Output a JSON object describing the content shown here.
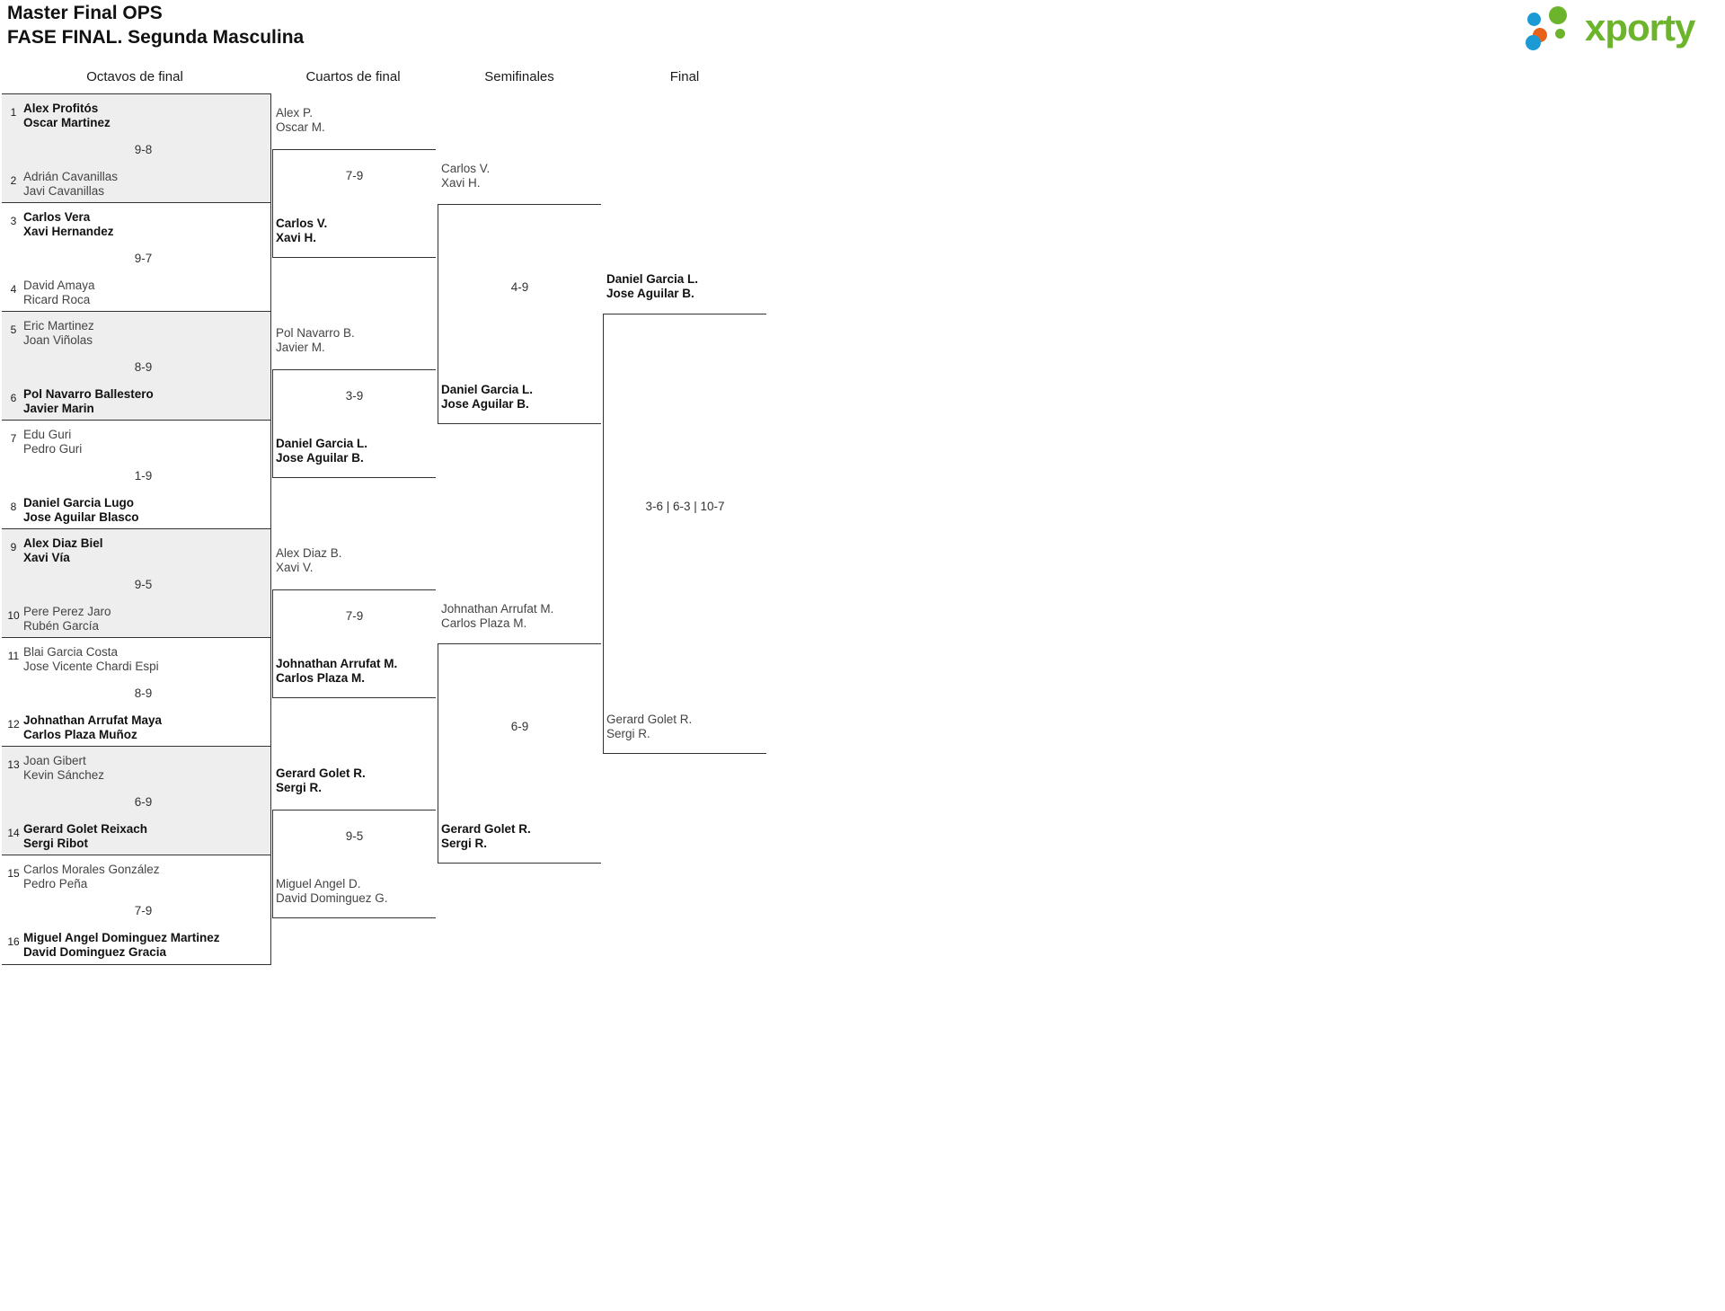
{
  "header": {
    "title_line1": "Master Final OPS",
    "title_line2": "FASE FINAL. Segunda Masculina",
    "logo_text": "xporty",
    "logo_colors": {
      "blue": "#1b9ad6",
      "orange": "#e8621a",
      "green": "#6cb42c"
    }
  },
  "rounds": [
    {
      "id": "r16",
      "label": "Octavos de final"
    },
    {
      "id": "qf",
      "label": "Cuartos de final"
    },
    {
      "id": "sf",
      "label": "Semifinales"
    },
    {
      "id": "f",
      "label": "Final"
    }
  ],
  "round1": [
    {
      "seed_top": "1",
      "seed_bot": "2",
      "top": {
        "p1": "Alex Profitós",
        "p2": "Oscar Martinez",
        "winner": true
      },
      "bot": {
        "p1": "Adrián Cavanillas",
        "p2": "Javi Cavanillas",
        "winner": false
      },
      "score": "9-8",
      "shaded": true
    },
    {
      "seed_top": "3",
      "seed_bot": "4",
      "top": {
        "p1": "Carlos Vera",
        "p2": "Xavi Hernandez",
        "winner": true
      },
      "bot": {
        "p1": "David Amaya",
        "p2": "Ricard Roca",
        "winner": false
      },
      "score": "9-7",
      "shaded": false
    },
    {
      "seed_top": "5",
      "seed_bot": "6",
      "top": {
        "p1": "Eric Martinez",
        "p2": "Joan Viñolas",
        "winner": false
      },
      "bot": {
        "p1": "Pol Navarro Ballestero",
        "p2": "Javier Marin",
        "winner": true
      },
      "score": "8-9",
      "shaded": true
    },
    {
      "seed_top": "7",
      "seed_bot": "8",
      "top": {
        "p1": "Edu Guri",
        "p2": "Pedro Guri",
        "winner": false
      },
      "bot": {
        "p1": "Daniel Garcia Lugo",
        "p2": "Jose Aguilar Blasco",
        "winner": true
      },
      "score": "1-9",
      "shaded": false
    },
    {
      "seed_top": "9",
      "seed_bot": "10",
      "top": {
        "p1": "Alex Diaz Biel",
        "p2": "Xavi Vía",
        "winner": true
      },
      "bot": {
        "p1": "Pere Perez Jaro",
        "p2": "Rubén García",
        "winner": false
      },
      "score": "9-5",
      "shaded": true
    },
    {
      "seed_top": "11",
      "seed_bot": "12",
      "top": {
        "p1": "Blai Garcia Costa",
        "p2": "Jose Vicente Chardi Espi",
        "winner": false
      },
      "bot": {
        "p1": "Johnathan Arrufat Maya",
        "p2": "Carlos Plaza Muñoz",
        "winner": true
      },
      "score": "8-9",
      "shaded": false
    },
    {
      "seed_top": "13",
      "seed_bot": "14",
      "top": {
        "p1": "Joan Gibert",
        "p2": "Kevin Sánchez",
        "winner": false
      },
      "bot": {
        "p1": "Gerard Golet Reixach",
        "p2": "Sergi Ribot",
        "winner": true
      },
      "score": "6-9",
      "shaded": true
    },
    {
      "seed_top": "15",
      "seed_bot": "16",
      "top": {
        "p1": "Carlos Morales González",
        "p2": "Pedro Peña",
        "winner": false
      },
      "bot": {
        "p1": "Miguel Angel Dominguez Martinez",
        "p2": "David Dominguez Gracia",
        "winner": true
      },
      "score": "7-9",
      "shaded": false
    }
  ],
  "round2": [
    {
      "top": {
        "p1": "Alex P.",
        "p2": "Oscar M.",
        "winner": false
      },
      "bot": {
        "p1": "Carlos V.",
        "p2": "Xavi H.",
        "winner": true
      },
      "score": "7-9"
    },
    {
      "top": {
        "p1": "Pol Navarro B.",
        "p2": "Javier M.",
        "winner": false
      },
      "bot": {
        "p1": "Daniel Garcia L.",
        "p2": "Jose Aguilar B.",
        "winner": true
      },
      "score": "3-9"
    },
    {
      "top": {
        "p1": "Alex Diaz B.",
        "p2": "Xavi V.",
        "winner": false
      },
      "bot": {
        "p1": "Johnathan Arrufat M.",
        "p2": "Carlos Plaza M.",
        "winner": true
      },
      "score": "7-9"
    },
    {
      "top": {
        "p1": "Gerard Golet R.",
        "p2": "Sergi R.",
        "winner": false
      },
      "bot": {
        "p1": "Miguel Angel D.",
        "p2": "David Dominguez G.",
        "winner": false
      },
      "score": "9-5"
    }
  ],
  "round3": [
    {
      "top": {
        "p1": "Carlos V.",
        "p2": "Xavi H.",
        "winner": false
      },
      "bot": {
        "p1": "Daniel Garcia L.",
        "p2": "Jose Aguilar B.",
        "winner": true
      },
      "score": "4-9"
    },
    {
      "top": {
        "p1": "Johnathan Arrufat M.",
        "p2": "Carlos Plaza M.",
        "winner": false
      },
      "bot": {
        "p1": "Gerard Golet R.",
        "p2": "Sergi R.",
        "winner": true
      },
      "score": "6-9"
    }
  ],
  "round4": [
    {
      "top": {
        "p1": "Daniel Garcia L.",
        "p2": "Jose Aguilar B.",
        "winner": true
      },
      "bot": {
        "p1": "Gerard Golet R.",
        "p2": "Sergi R.",
        "winner": false
      },
      "score": "3-6 | 6-3 | 10-7"
    }
  ]
}
